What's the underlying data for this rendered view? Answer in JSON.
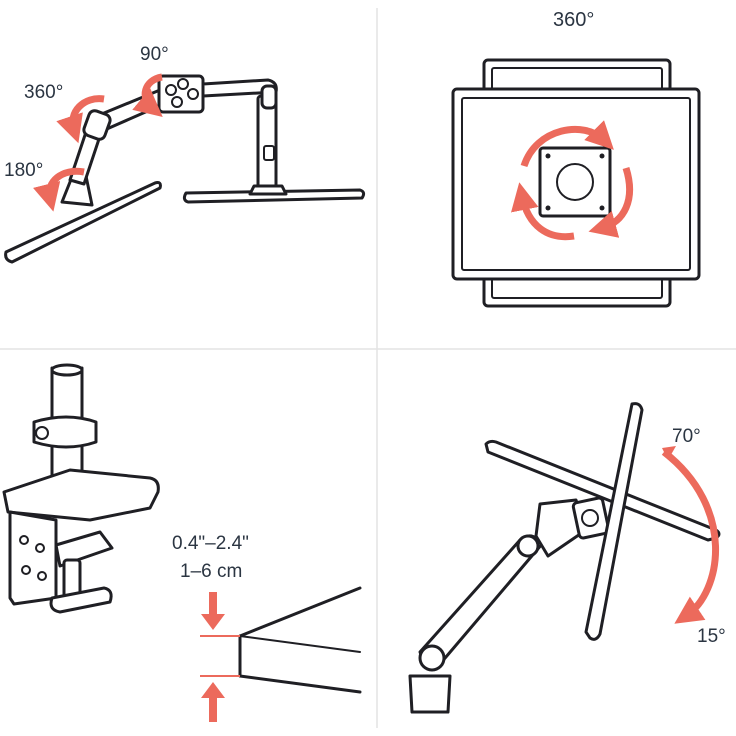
{
  "colors": {
    "accent": "#ec6a5c",
    "ink": "#1f1f24",
    "label": "#2b3542",
    "divider": "#e3e3e3"
  },
  "panels": {
    "arm_pivots": {
      "labels": {
        "tilt": "90°",
        "swivel": "360°",
        "base": "180°"
      }
    },
    "monitor_rotation": {
      "labels": {
        "rotate": "360°"
      }
    },
    "desk_clamp": {
      "labels": {
        "thickness_in": "0.4\"–2.4\"",
        "thickness_cm": "1–6 cm"
      }
    },
    "monitor_tilt": {
      "labels": {
        "up": "70°",
        "down": "15°"
      }
    }
  }
}
